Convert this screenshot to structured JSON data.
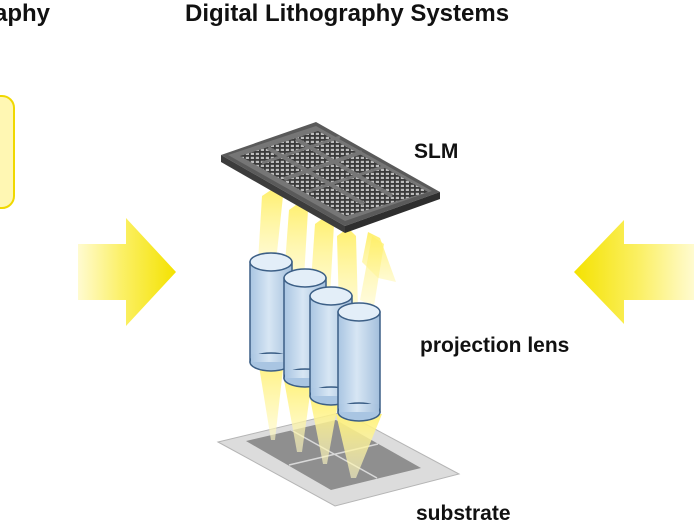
{
  "header": {
    "left_title": "aphy",
    "right_title": "Digital Lithography Systems"
  },
  "labels": {
    "slm": "SLM",
    "projection_lens": "projection lens",
    "substrate": "substrate"
  },
  "colors": {
    "arrow_yellow": "#f5e400",
    "light_beam": "#fff38a",
    "lens_blue": "#c8dcef",
    "lens_outline": "#3c5f86",
    "slm_gray": "#6d6d6d",
    "substrate_light": "#d8d8d8",
    "substrate_dark": "#8a8a8a"
  },
  "icons": [
    "arrow-right-icon",
    "arrow-left-icon"
  ]
}
